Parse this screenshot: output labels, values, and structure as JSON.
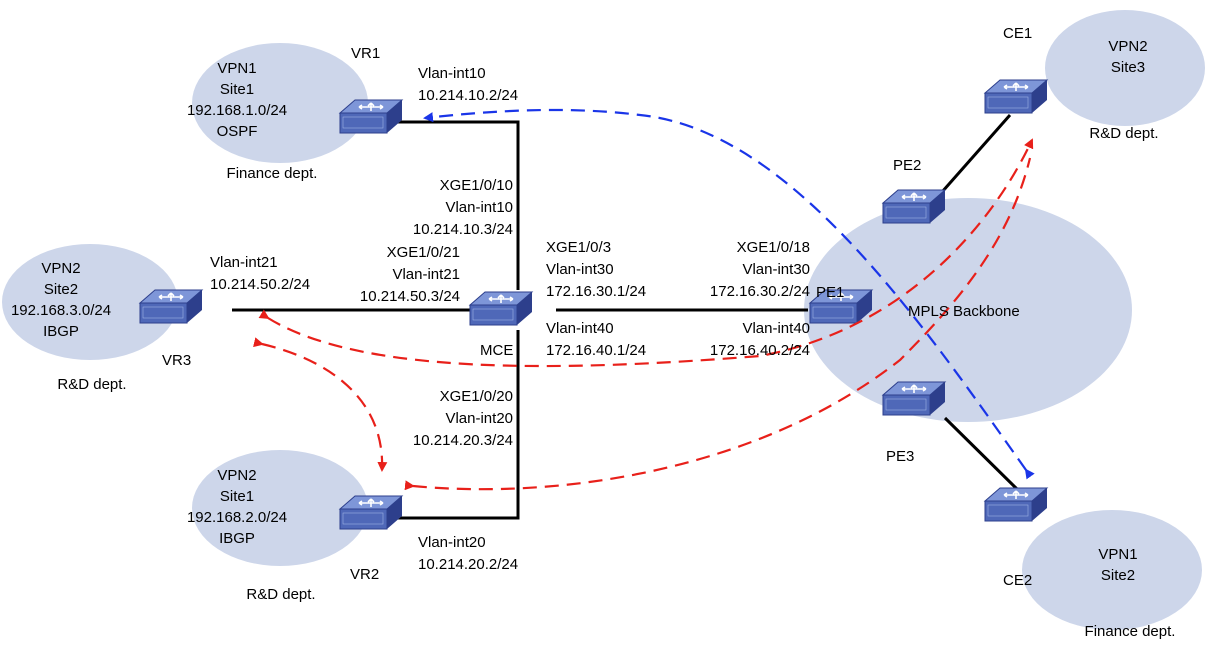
{
  "colors": {
    "cloud": "#cdd6ea",
    "switch_top": "#5b76c4",
    "switch_side": "#2d3f8c",
    "link": "#000000",
    "blue_route": "#1a35e8",
    "red_route": "#e8201a"
  },
  "devices": {
    "vr1": "VR1",
    "vr2": "VR2",
    "vr3": "VR3",
    "mce": "MCE",
    "pe1": "PE1",
    "pe2": "PE2",
    "pe3": "PE3",
    "ce1": "CE1",
    "ce2": "CE2",
    "switch_badge": "SWITCH"
  },
  "sites": {
    "vpn1_site1": {
      "vpn": "VPN1",
      "site": "Site1",
      "net": "192.168.1.0/24",
      "proto": "OSPF",
      "dept": "Finance dept."
    },
    "vpn2_site2": {
      "vpn": "VPN2",
      "site": "Site2",
      "net": "192.168.3.0/24",
      "proto": "IBGP",
      "dept": "R&D dept."
    },
    "vpn2_site1": {
      "vpn": "VPN2",
      "site": "Site1",
      "net": "192.168.2.0/24",
      "proto": "IBGP",
      "dept": "R&D dept."
    },
    "vpn2_site3": {
      "vpn": "VPN2",
      "site": "Site3",
      "dept": "R&D dept."
    },
    "vpn1_site2": {
      "vpn": "VPN1",
      "site": "Site2",
      "dept": "Finance dept."
    },
    "backbone": "MPLS Backbone"
  },
  "interfaces": {
    "vr1": {
      "vlan": "Vlan-int10",
      "ip": "10.214.10.2/24"
    },
    "mce_up": {
      "port": "XGE1/0/10",
      "vlan": "Vlan-int10",
      "ip": "10.214.10.3/24"
    },
    "vr3": {
      "vlan": "Vlan-int21",
      "ip": "10.214.50.2/24"
    },
    "mce_left": {
      "port": "XGE1/0/21",
      "vlan": "Vlan-int21",
      "ip": "10.214.50.3/24"
    },
    "mce_right": {
      "port": "XGE1/0/3",
      "vlan30": "Vlan-int30",
      "ip30": "172.16.30.1/24",
      "vlan40": "Vlan-int40",
      "ip40": "172.16.40.1/24"
    },
    "pe1": {
      "port": "XGE1/0/18",
      "vlan30": "Vlan-int30",
      "ip30": "172.16.30.2/24",
      "vlan40": "Vlan-int40",
      "ip40": "172.16.40.2/24"
    },
    "mce_down": {
      "port": "XGE1/0/20",
      "vlan": "Vlan-int20",
      "ip": "10.214.20.3/24"
    },
    "vr2": {
      "vlan": "Vlan-int20",
      "ip": "10.214.20.2/24"
    }
  }
}
